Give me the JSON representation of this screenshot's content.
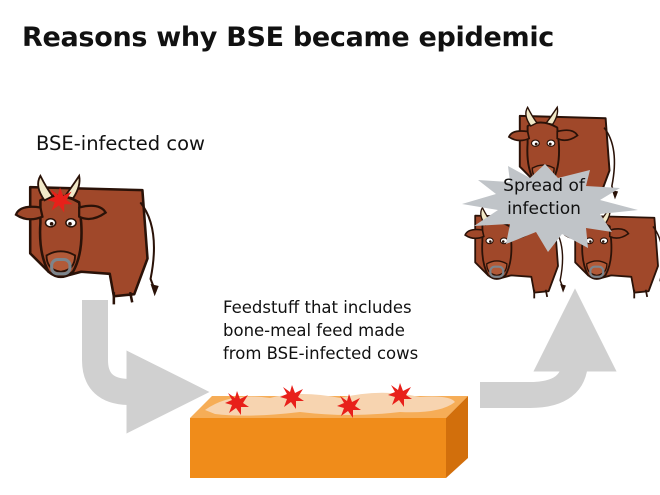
{
  "title": "Reasons why BSE became epidemic",
  "infected_cow": {
    "label": "BSE-infected cow"
  },
  "feed": {
    "caption_lines": [
      "Feedstuff that includes",
      "bone-meal feed made",
      "from BSE-infected cows"
    ]
  },
  "spread": {
    "label_lines": [
      "Spread of",
      "infection"
    ]
  },
  "colors": {
    "cow_body": "#a0482a",
    "cow_outline": "#2a1208",
    "arrow": "#d0d0d0",
    "feed_box_front": "#f08c1a",
    "feed_box_top": "#f6ad57",
    "feed_meal": "#f7d4b0",
    "infection_mark": "#e8201a",
    "burst": "#c0c4c8"
  },
  "icons": {
    "cow": "cow-icon",
    "infection": "red-starburst-icon",
    "arrow": "curved-arrow-icon",
    "feed": "feed-box-icon"
  }
}
